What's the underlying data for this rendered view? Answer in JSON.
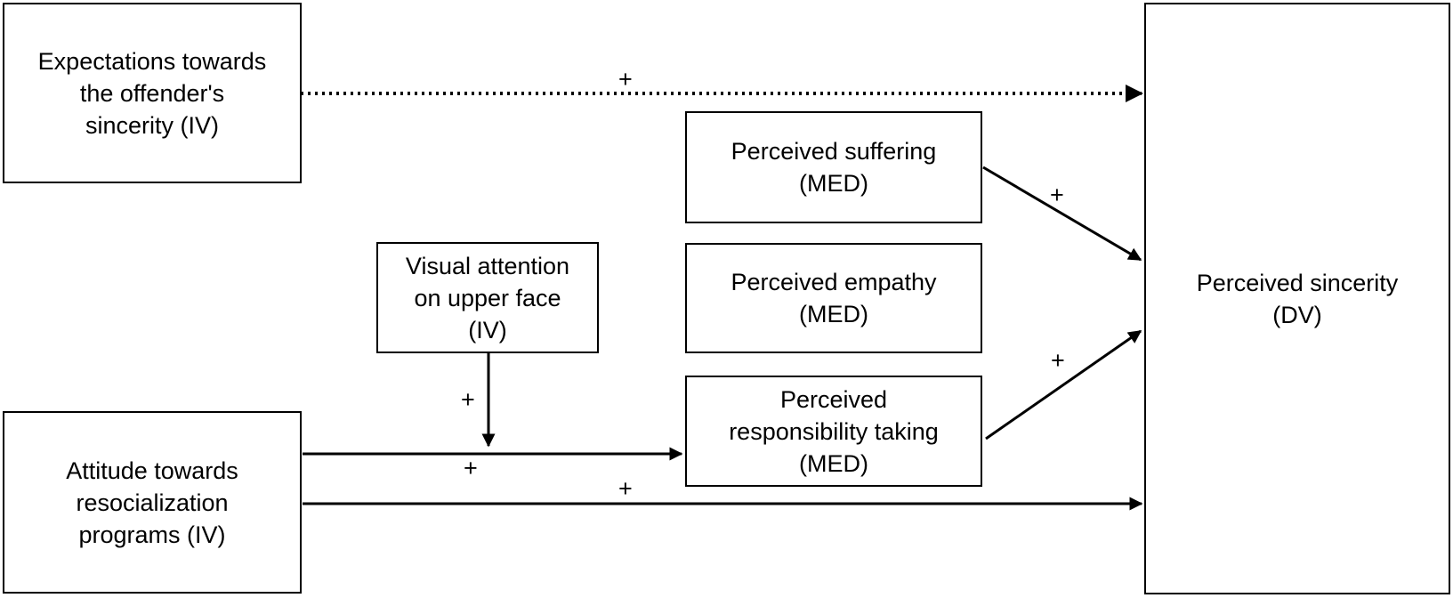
{
  "nodes": {
    "expectations": {
      "lines": [
        "Expectations towards",
        "the offender's",
        "sincerity (IV)"
      ]
    },
    "attitude": {
      "lines": [
        "Attitude towards",
        "resocialization",
        "programs (IV)"
      ]
    },
    "visual_attention": {
      "lines": [
        "Visual attention",
        "on upper face",
        "(IV)"
      ]
    },
    "suffering": {
      "lines": [
        "Perceived suffering",
        "(MED)"
      ]
    },
    "empathy": {
      "lines": [
        "Perceived empathy",
        "(MED)"
      ]
    },
    "responsibility": {
      "lines": [
        "Perceived",
        "responsibility taking",
        "(MED)"
      ]
    },
    "sincerity": {
      "lines": [
        "Perceived sincerity",
        "(DV)"
      ]
    }
  },
  "edges": {
    "expectations_to_sincerity": {
      "sign": "+",
      "style": "dotted"
    },
    "suffering_to_sincerity": {
      "sign": "+",
      "style": "solid"
    },
    "responsibility_to_sincerity": {
      "sign": "+",
      "style": "solid"
    },
    "attention_moderation": {
      "sign": "+",
      "style": "solid"
    },
    "attitude_to_responsibility": {
      "sign": "+",
      "style": "solid"
    },
    "attitude_to_sincerity": {
      "sign": "+",
      "style": "solid"
    }
  }
}
